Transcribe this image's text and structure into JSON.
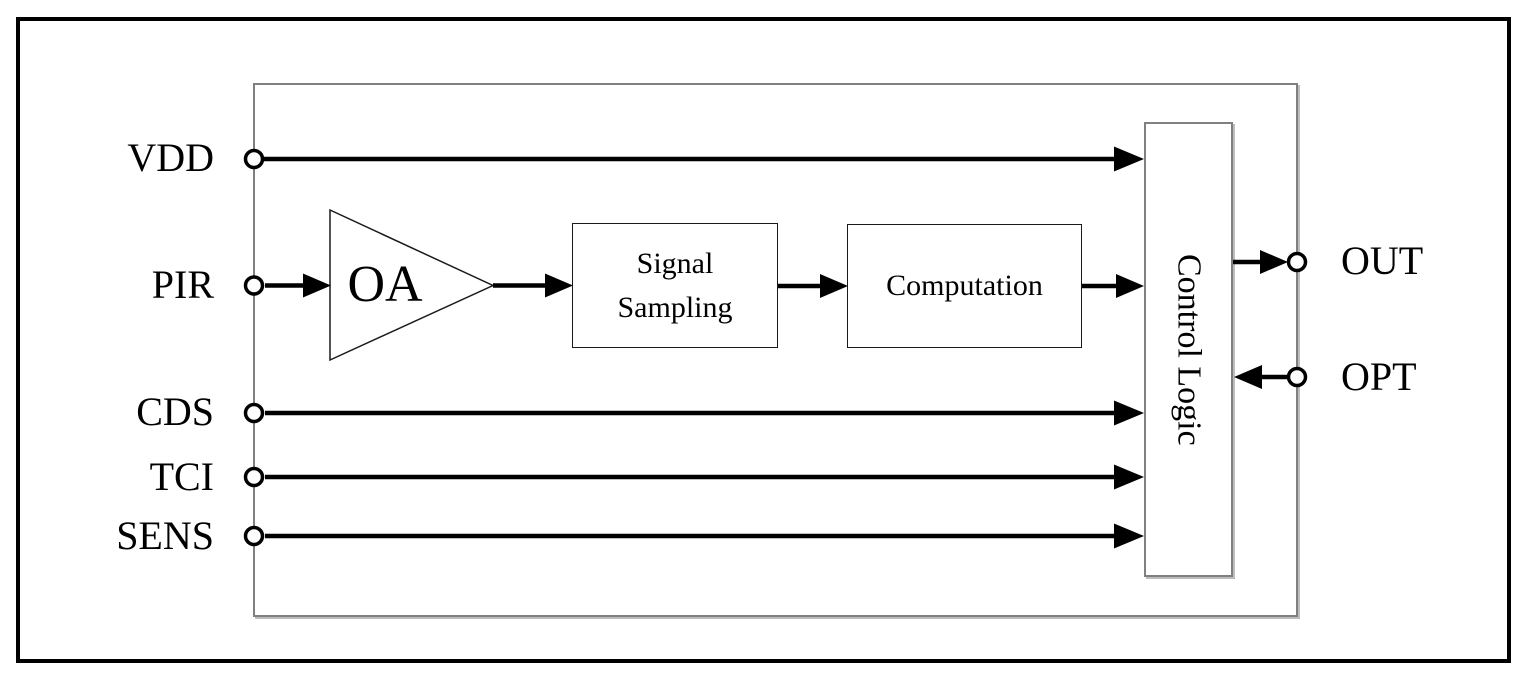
{
  "diagram": {
    "ports": {
      "vdd": {
        "label": "VDD"
      },
      "pir": {
        "label": "PIR"
      },
      "cds": {
        "label": "CDS"
      },
      "tci": {
        "label": "TCI"
      },
      "sens": {
        "label": "SENS"
      },
      "out": {
        "label": "OUT"
      },
      "opt": {
        "label": "OPT"
      }
    },
    "blocks": {
      "amplifier": {
        "label": "OA"
      },
      "signal_sampling": {
        "label": "Signal Sampling"
      },
      "computation": {
        "label": "Computation"
      },
      "control_logic": {
        "label": "Control Logic"
      }
    },
    "colors": {
      "wire": "#000000",
      "block_border": "#1a1a1a",
      "chip_border": "#808080",
      "background": "#ffffff"
    }
  }
}
